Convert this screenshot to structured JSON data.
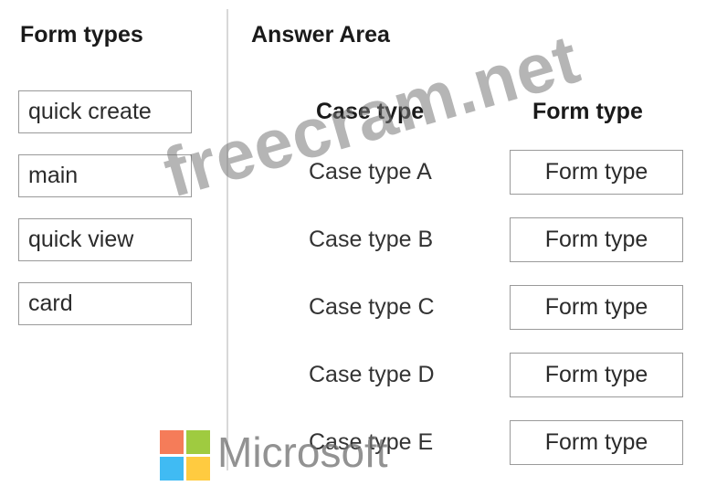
{
  "left_panel": {
    "heading": "Form types",
    "items": [
      "quick create",
      "main",
      "quick view",
      "card"
    ]
  },
  "answer_area": {
    "heading": "Answer Area",
    "col_case": "Case type",
    "col_form": "Form type",
    "rows": [
      {
        "case": "Case type A",
        "form": "Form type"
      },
      {
        "case": "Case type B",
        "form": "Form type"
      },
      {
        "case": "Case type C",
        "form": "Form type"
      },
      {
        "case": "Case type D",
        "form": "Form type"
      },
      {
        "case": "Case type E",
        "form": "Form type"
      }
    ]
  },
  "watermark": "freecram.net",
  "brand": {
    "name": "Microsoft",
    "colors": [
      "#f25022",
      "#7fba00",
      "#00a4ef",
      "#ffb900"
    ]
  }
}
